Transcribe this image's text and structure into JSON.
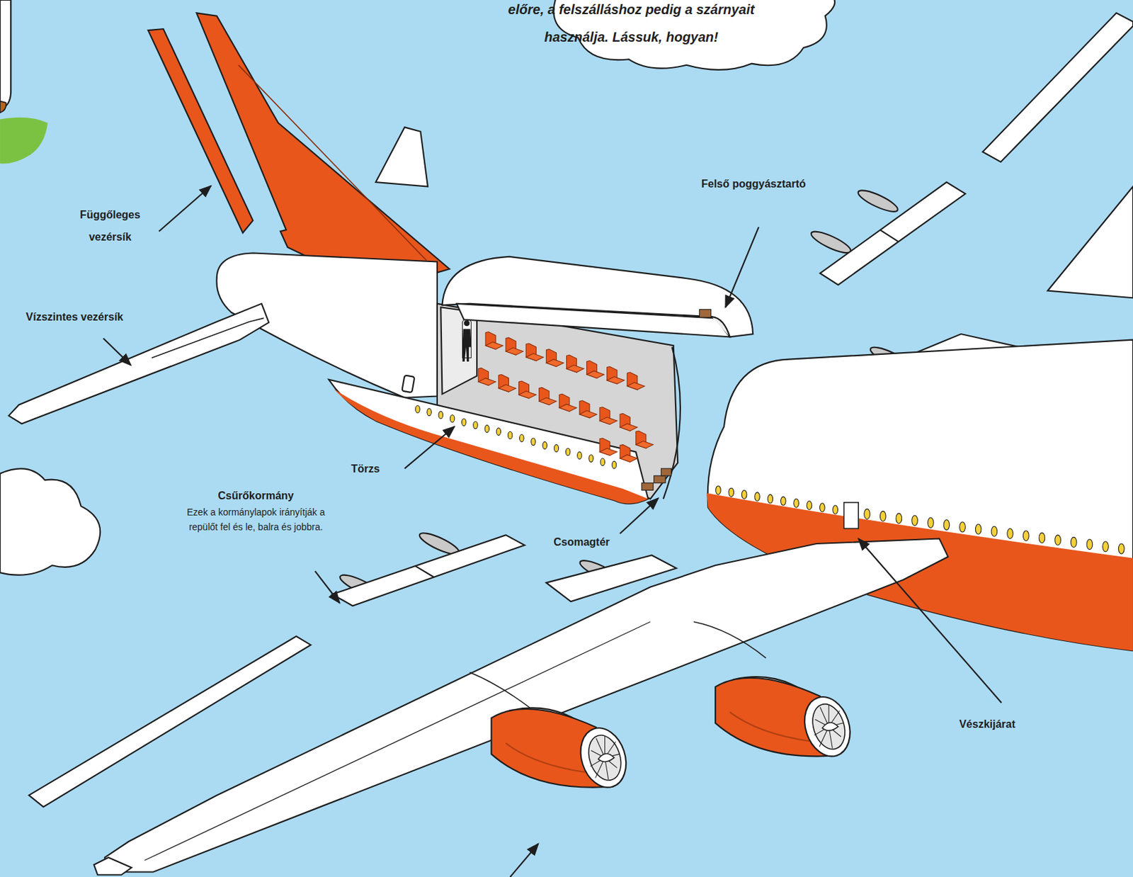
{
  "diagram": {
    "nodes": [
      {
        "text": [
          "előre, a felszálláshoz pedig a szárnyait használja. Lássuk, hogyan!"
        ]
      }
    ],
    "labels": [
      "Függőleges vezérsík",
      "Felső poggyásztartó",
      "Vízszintes vezérsík",
      "Törzs",
      "Csűrőkormány",
      "Ezek a kormánylapok irányítják a repülőt fel és le, balra és jobbra.",
      "Csomagtér",
      "Vészkijárat"
    ]
  }
}
